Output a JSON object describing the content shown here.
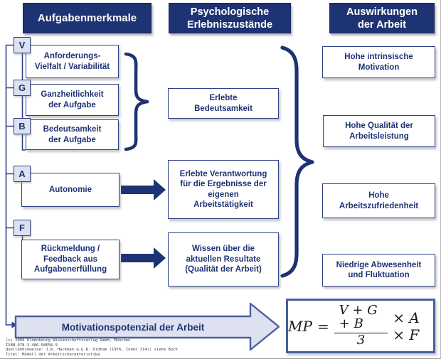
{
  "colors": {
    "navy": "#1e3374",
    "box_border": "#2e4288",
    "letter_square_fill": "#dde1f0",
    "big_arrow_fill": "#dee1ef",
    "big_arrow_border": "#4a5f9e",
    "formula_border": "#46619e"
  },
  "headers": [
    {
      "label": "Aufgabenmerkmale"
    },
    {
      "label": "Psychologische\nErlebniszustände"
    },
    {
      "label": "Auswirkungen\nder Arbeit"
    }
  ],
  "task_features": [
    {
      "letter": "V",
      "label": "Anforderungs-\nVielfalt / Variabilität"
    },
    {
      "letter": "G",
      "label": "Ganzheitlichkeit\nder Aufgabe"
    },
    {
      "letter": "B",
      "label": "Bedeutsamkeit\nder Aufgabe"
    },
    {
      "letter": "A",
      "label": "Autonomie"
    },
    {
      "letter": "F",
      "label": "Rückmeldung /\nFeedback aus\nAufgabenerfüllung"
    }
  ],
  "psych_states": [
    {
      "label": "Erlebte\nBedeutsamkeit"
    },
    {
      "label": "Erlebte Verantwortung\nfür die Ergebnisse der\neigenen\nArbeitstätigkeit"
    },
    {
      "label": "Wissen über die\naktuellen Resultate\n(Qualität der Arbeit)"
    }
  ],
  "outcomes": [
    {
      "label": "Hohe intrinsische\nMotivation"
    },
    {
      "label": "Hohe Qualität der\nArbeitsleistung"
    },
    {
      "label": "Hohe\nArbeitszufriedenheit"
    },
    {
      "label": "Niedrige Abwesenheit\nund Fluktuation"
    }
  ],
  "bottom_arrow": {
    "label": "Motivationspotenzial der Arbeit"
  },
  "formula": {
    "lhs": "MP",
    "eq": "=",
    "numerator": "V + G + B",
    "denominator": "3",
    "tail": "× A × F"
  },
  "footer": {
    "lines": [
      "(c) 2009 Oldenbourg Wissenschaftsverlag GmbH, München",
      "ISBN 978-3-486-58658-9",
      "Quellenhinweise: J.R. Hackman & G.R. Oldham (1976, Index 314); siehe Buch",
      "Titel: Modell der Arbeitscharakteristika"
    ]
  }
}
